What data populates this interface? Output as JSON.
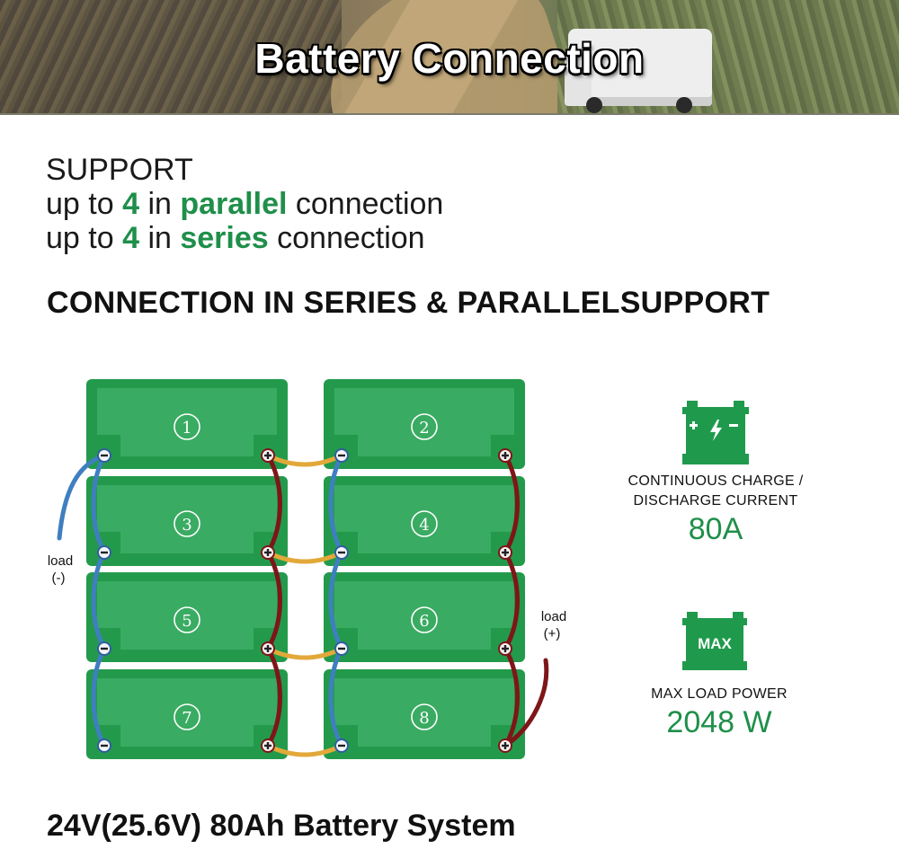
{
  "banner": {
    "title": "Battery Connection",
    "background_scene": "road-with-rv-photo"
  },
  "support": {
    "heading": "SUPPORT",
    "lines": [
      {
        "prefix": "up to ",
        "count": "4",
        "mid": " in ",
        "type": "parallel",
        "suffix": " connection"
      },
      {
        "prefix": "up to ",
        "count": "4",
        "mid": " in ",
        "type": "series",
        "suffix": " connection"
      }
    ]
  },
  "section_title": "CONNECTION IN SERIES & PARALLELSUPPORT",
  "diagram": {
    "batteries": [
      {
        "number": "①"
      },
      {
        "number": "②"
      },
      {
        "number": "③"
      },
      {
        "number": "④"
      },
      {
        "number": "⑤"
      },
      {
        "number": "⑥"
      },
      {
        "number": "⑦"
      },
      {
        "number": "⑧"
      }
    ],
    "load_negative_label": [
      "load",
      "(-)"
    ],
    "load_positive_label": [
      "load",
      "(+)"
    ],
    "colors": {
      "battery_outer": "#239a4b",
      "battery_inner": "#3aab62",
      "negative_cable": "#3f7fc0",
      "positive_cable": "#7e1619",
      "bridge_cable": "#e2a93a"
    }
  },
  "specs": [
    {
      "icon": "battery-charge-icon",
      "label_lines": [
        "CONTINUOUS CHARGE /",
        "DISCHARGE CURRENT"
      ],
      "value": "80A"
    },
    {
      "icon": "battery-max-icon",
      "icon_text": "MAX",
      "label_lines": [
        "MAX LOAD POWER"
      ],
      "value": "2048 W"
    }
  ],
  "footer_title": "24V(25.6V) 80Ah Battery System",
  "accent_color": "#1f8f4a"
}
